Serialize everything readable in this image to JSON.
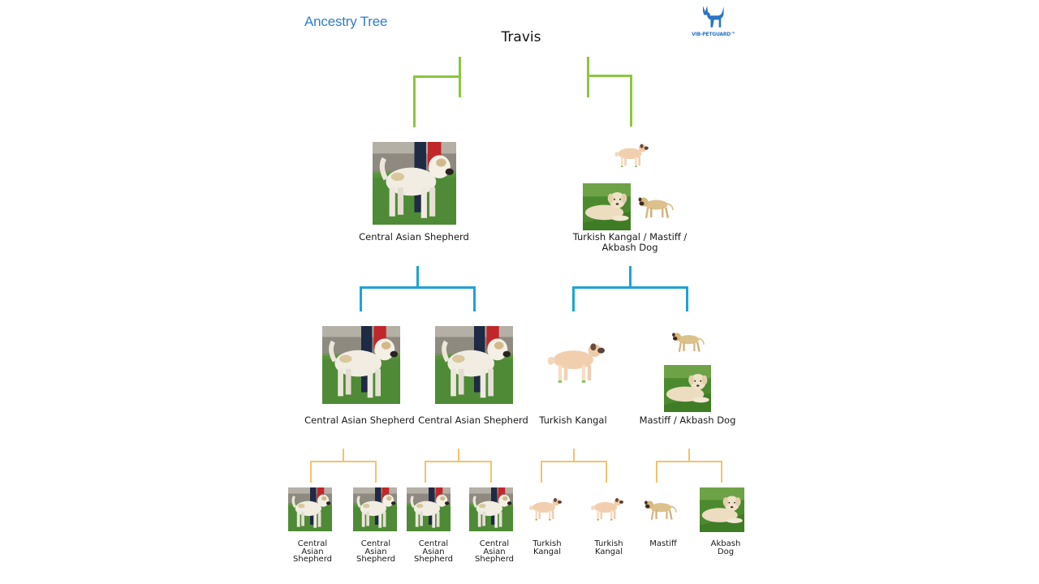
{
  "header": {
    "brand_title": "Ancestry Tree",
    "root_name": "Travis",
    "logo_text": "VIB-PETGUARD™",
    "logo_icon": "dog-silhouette-icon"
  },
  "colors": {
    "brand_blue": "#2f7fc1",
    "generation1_lines": "#8cc63f",
    "generation2_lines": "#1ea3d6",
    "generation3_lines": "#f2c36b"
  },
  "tree": {
    "parents": [
      {
        "label": "Central Asian Shepherd",
        "images": [
          "central-asian-shepherd-photo"
        ]
      },
      {
        "label": "Turkish Kangal / Mastiff / Akbash Dog",
        "label_line1": "Turkish Kangal / Mastiff /",
        "label_line2": "Akbash Dog",
        "images": [
          "turkish-kangal-photo",
          "akbash-dog-photo",
          "mastiff-photo"
        ]
      }
    ],
    "grandparents": [
      {
        "label": "Central Asian Shepherd",
        "images": [
          "central-asian-shepherd-photo"
        ]
      },
      {
        "label": "Central Asian Shepherd",
        "images": [
          "central-asian-shepherd-photo"
        ]
      },
      {
        "label": "Turkish Kangal",
        "images": [
          "turkish-kangal-photo"
        ]
      },
      {
        "label": "Mastiff / Akbash Dog",
        "images": [
          "mastiff-photo",
          "akbash-dog-photo"
        ]
      }
    ],
    "great_grandparents": [
      {
        "label": "Central Asian Shepherd",
        "l1": "Central",
        "l2": "Asian",
        "l3": "Shepherd"
      },
      {
        "label": "Central Asian Shepherd",
        "l1": "Central",
        "l2": "Asian",
        "l3": "Shepherd"
      },
      {
        "label": "Central Asian Shepherd",
        "l1": "Central",
        "l2": "Asian",
        "l3": "Shepherd"
      },
      {
        "label": "Central Asian Shepherd",
        "l1": "Central",
        "l2": "Asian",
        "l3": "Shepherd"
      },
      {
        "label": "Turkish Kangal",
        "l1": "Turkish",
        "l2": "Kangal",
        "l3": ""
      },
      {
        "label": "Turkish Kangal",
        "l1": "Turkish",
        "l2": "Kangal",
        "l3": ""
      },
      {
        "label": "Mastiff",
        "l1": "Mastiff",
        "l2": "",
        "l3": ""
      },
      {
        "label": "Akbash Dog",
        "l1": "Akbash",
        "l2": "Dog",
        "l3": ""
      }
    ]
  }
}
